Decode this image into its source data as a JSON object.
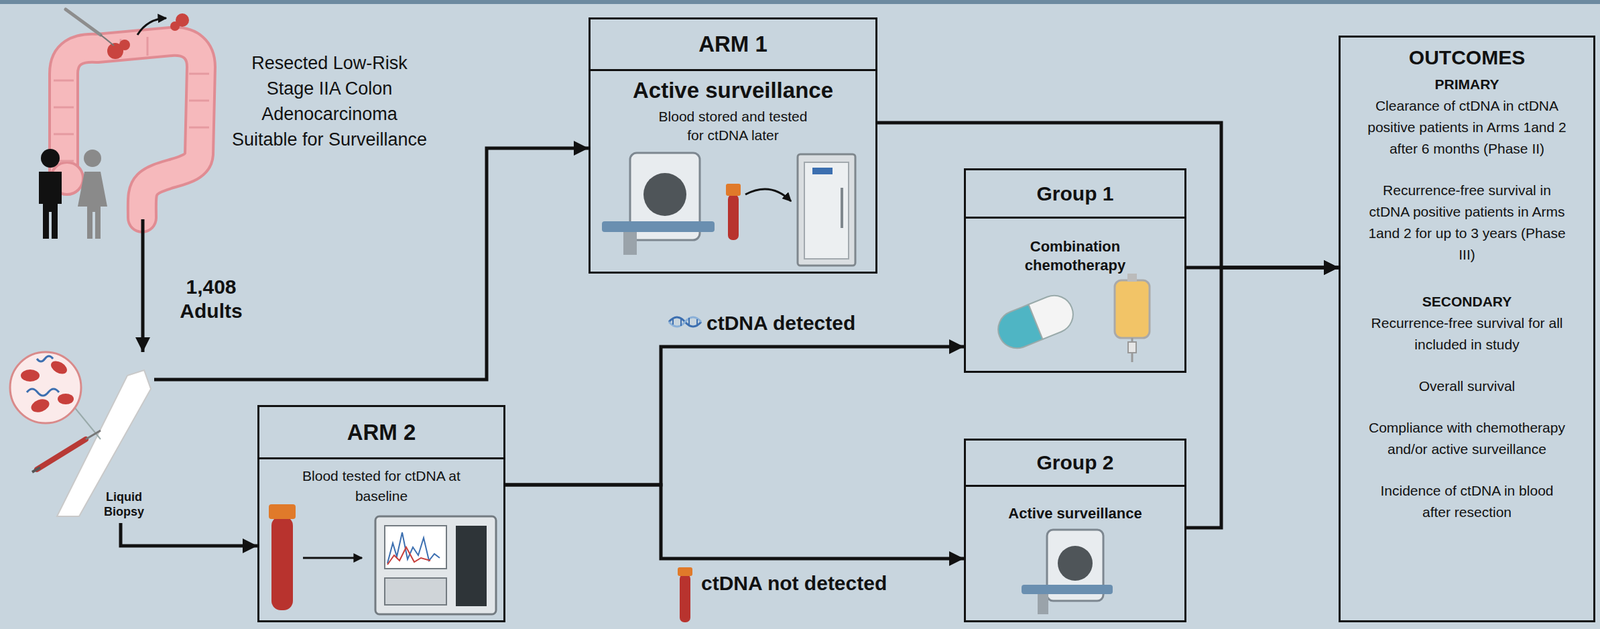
{
  "diagram": {
    "nodes": [
      {
        "text": [
          "Resected Low-Risk Stage IIA Colon Adenocarcinoma Suitable for Surveillance"
        ]
      },
      {
        "text": [
          "Liquid Biopsy"
        ]
      },
      {
        "text": [
          "ARM 1",
          "Active surveillance",
          "Blood stored and tested for ctDNA later"
        ]
      },
      {
        "text": [
          "Group 1",
          "Combination chemotherapy"
        ]
      },
      {
        "text": [
          "ARM 2",
          "Blood tested for ctDNA at baseline"
        ]
      },
      {
        "text": [
          "Group 2",
          "Active surveillance"
        ]
      },
      {
        "text": [
          "OUTCOMES",
          "PRIMARY",
          "Clearance of ctDNA in ctDNA positive patients in Arms 1and 2 after 6 months (Phase II)",
          "Recurrence-free survival in ctDNA positive patients in Arms 1and 2 for up to 3 years (Phase III)",
          "SECONDARY",
          "Recurrence-free survival for all included in study",
          "Overall survival",
          "Compliance with chemotherapy and/or active surveillance",
          "Incidence of ctDNA in blood after resection"
        ]
      }
    ],
    "edges": [
      {
        "from": 0,
        "to": 1,
        "label": "1,408 Adults",
        "arrow": "to"
      },
      {
        "from": 1,
        "to": 2,
        "arrow": "to"
      },
      {
        "from": 1,
        "to": 4,
        "arrow": "to"
      },
      {
        "from": 4,
        "to": 3,
        "label": "ctDNA detected",
        "arrow": "to"
      },
      {
        "from": 4,
        "to": 5,
        "label": "ctDNA not detected",
        "arrow": "to"
      },
      {
        "from": 2,
        "to": 6,
        "arrow": "to"
      },
      {
        "from": 3,
        "to": 6,
        "arrow": "to"
      },
      {
        "from": 5,
        "to": 6,
        "arrow": "to"
      }
    ]
  }
}
